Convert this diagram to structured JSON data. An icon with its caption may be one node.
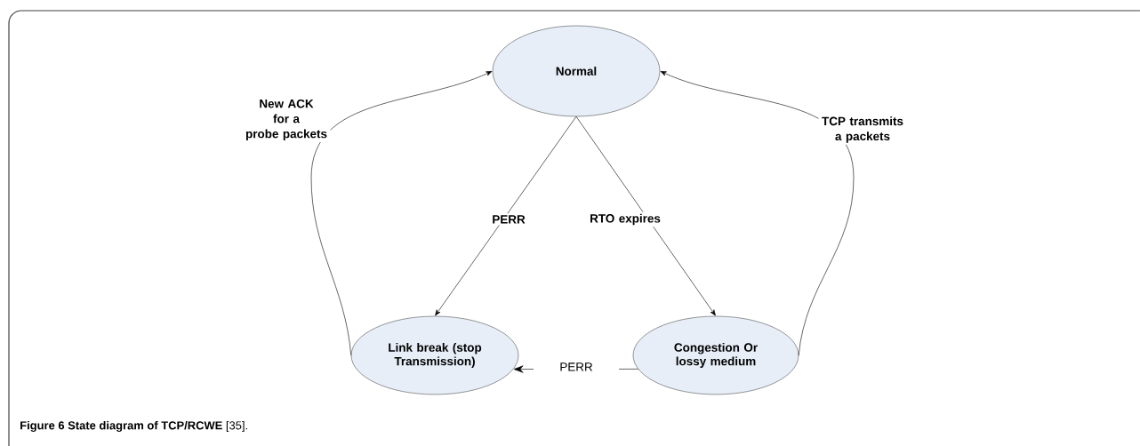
{
  "diagram": {
    "caption": "**Figure 6 State diagram of TCP/RCWE** [35].",
    "nodes": [
      {
        "text": [
          "Normal"
        ]
      },
      {
        "text": [
          "Link break (stop Transmission)"
        ]
      },
      {
        "text": [
          "Congestion Or lossy medium"
        ]
      }
    ],
    "edges": [
      {
        "from": 0,
        "to": 1,
        "arrow": "to",
        "label": "PERR"
      },
      {
        "from": 0,
        "to": 2,
        "arrow": "to",
        "label": "RTO expires"
      },
      {
        "from": 2,
        "to": 1,
        "arrow": "to",
        "label": "PERR"
      },
      {
        "from": 1,
        "to": 0,
        "arrow": "to",
        "label": "New ACK for a probe packets"
      },
      {
        "from": 2,
        "to": 0,
        "arrow": "to",
        "label": "TCP transmits a packets"
      }
    ]
  }
}
